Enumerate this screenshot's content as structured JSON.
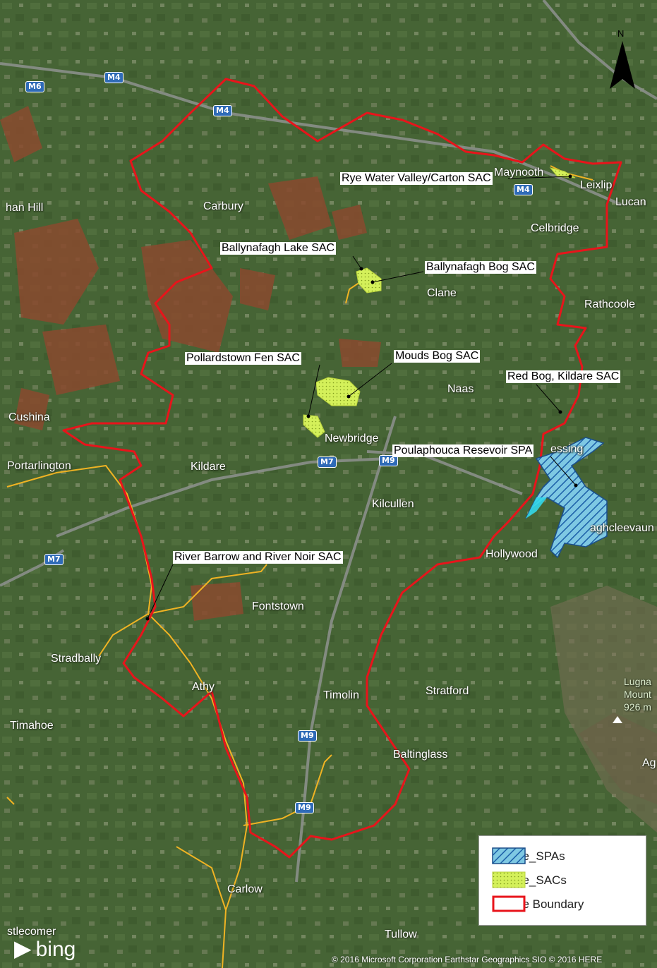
{
  "places": [
    {
      "id": "carbury",
      "label": "Carbury"
    },
    {
      "id": "han-hill",
      "label": "han Hill"
    },
    {
      "id": "maynooth",
      "label": "Maynooth"
    },
    {
      "id": "leixlip",
      "label": "Leixlip"
    },
    {
      "id": "lucan",
      "label": "Lucan"
    },
    {
      "id": "celbridge",
      "label": "Celbridge"
    },
    {
      "id": "clane",
      "label": "Clane"
    },
    {
      "id": "rathcoole",
      "label": "Rathcoole"
    },
    {
      "id": "naas",
      "label": "Naas"
    },
    {
      "id": "cushina",
      "label": "Cushina"
    },
    {
      "id": "newbridge",
      "label": "Newbridge"
    },
    {
      "id": "portarlington",
      "label": "Portarlington"
    },
    {
      "id": "kildare",
      "label": "Kildare"
    },
    {
      "id": "kilcullen",
      "label": "Kilcullen"
    },
    {
      "id": "blessington",
      "label": "essing"
    },
    {
      "id": "brittas",
      "label": "aghcleevaun"
    },
    {
      "id": "hollywood",
      "label": "Hollywood"
    },
    {
      "id": "fontstown",
      "label": "Fontstown"
    },
    {
      "id": "stradbally",
      "label": "Stradbally"
    },
    {
      "id": "athy",
      "label": "Athy"
    },
    {
      "id": "timolin",
      "label": "Timolin"
    },
    {
      "id": "stratford",
      "label": "Stratford"
    },
    {
      "id": "timahoe",
      "label": "Timahoe"
    },
    {
      "id": "baltinglass",
      "label": "Baltinglass"
    },
    {
      "id": "lugnaquilla",
      "label": "Lugna"
    },
    {
      "id": "mount",
      "label": "Mount"
    },
    {
      "id": "elev",
      "label": "926 m"
    },
    {
      "id": "ag",
      "label": "Ag"
    },
    {
      "id": "carlow",
      "label": "Carlow"
    },
    {
      "id": "tullow",
      "label": "Tullow"
    },
    {
      "id": "castlecomer",
      "label": "stlecomer"
    }
  ],
  "roads": [
    {
      "id": "m6",
      "label": "M6"
    },
    {
      "id": "m4a",
      "label": "M4"
    },
    {
      "id": "m4b",
      "label": "M4"
    },
    {
      "id": "m4c",
      "label": "M4"
    },
    {
      "id": "m7a",
      "label": "M7"
    },
    {
      "id": "m9a",
      "label": "M9"
    },
    {
      "id": "m7b",
      "label": "M7"
    },
    {
      "id": "m9b",
      "label": "M9"
    },
    {
      "id": "m9c",
      "label": "M9"
    }
  ],
  "callouts": [
    {
      "id": "rye-water",
      "label": "Rye Water Valley/Carton SAC"
    },
    {
      "id": "ballynafagh-lake",
      "label": "Ballynafagh Lake SAC"
    },
    {
      "id": "ballynafagh-bog",
      "label": "Ballynafagh Bog SAC"
    },
    {
      "id": "pollardstown",
      "label": "Pollardstown Fen SAC"
    },
    {
      "id": "mouds",
      "label": "Mouds Bog SAC"
    },
    {
      "id": "red-bog",
      "label": "Red Bog, Kildare SAC"
    },
    {
      "id": "poulaphouca",
      "label": "Poulaphouca Resevoir SPA"
    },
    {
      "id": "barrow",
      "label": "River Barrow and River Noir SAC"
    }
  ],
  "legend": {
    "items": [
      {
        "label": "Kildare_SPAs"
      },
      {
        "label": "Kildare_SACs"
      },
      {
        "label": "Kildare Boundary"
      }
    ]
  },
  "north_label": "N",
  "bing": "bing",
  "copyright": "© 2016 Microsoft Corporation Earthstar Geographics  SIO © 2016 HERE",
  "colors": {
    "boundary": "#e8141b",
    "sac": "#d4f05a",
    "spa": "#7ec8e3",
    "river": "#f0b323",
    "terrain": "#4a6b3a",
    "bog": "#8a4a2e"
  }
}
